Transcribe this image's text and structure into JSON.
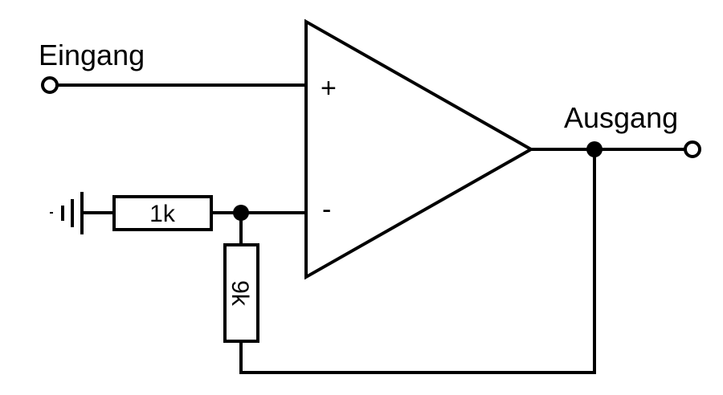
{
  "labels": {
    "input": "Eingang",
    "output": "Ausgang"
  },
  "opamp": {
    "plus_sign": "+",
    "minus_sign": "-"
  },
  "resistors": {
    "r1": "1k",
    "r2": "9k"
  },
  "colors": {
    "line": "#000000",
    "background": "#ffffff"
  }
}
